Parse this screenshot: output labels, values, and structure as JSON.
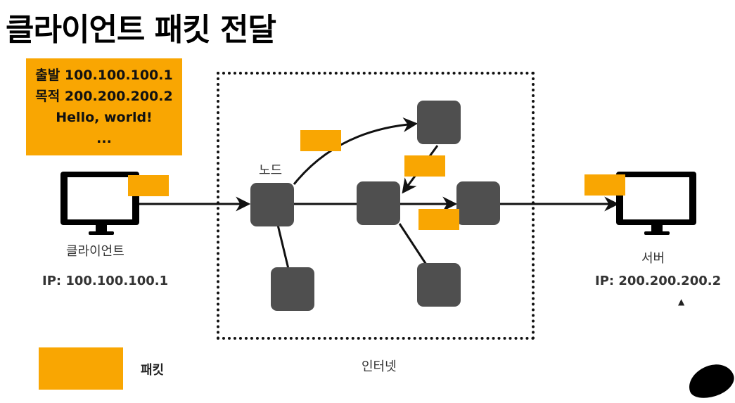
{
  "title": "클라이언트 패킷 전달",
  "packet_info": {
    "line1": "출발 100.100.100.1",
    "line2": "목적 200.200.200.2",
    "line3": "Hello, world!",
    "line4": "..."
  },
  "client": {
    "label": "클라이언트",
    "ip": "IP: 100.100.100.1"
  },
  "server": {
    "label": "서버",
    "ip": "IP: 200.200.200.2"
  },
  "node_label": "노드",
  "internet_label": "인터넷",
  "legend_label": "패킷",
  "colors": {
    "packet": "#F9A602",
    "node": "#4f4f4f",
    "line": "#111111"
  }
}
